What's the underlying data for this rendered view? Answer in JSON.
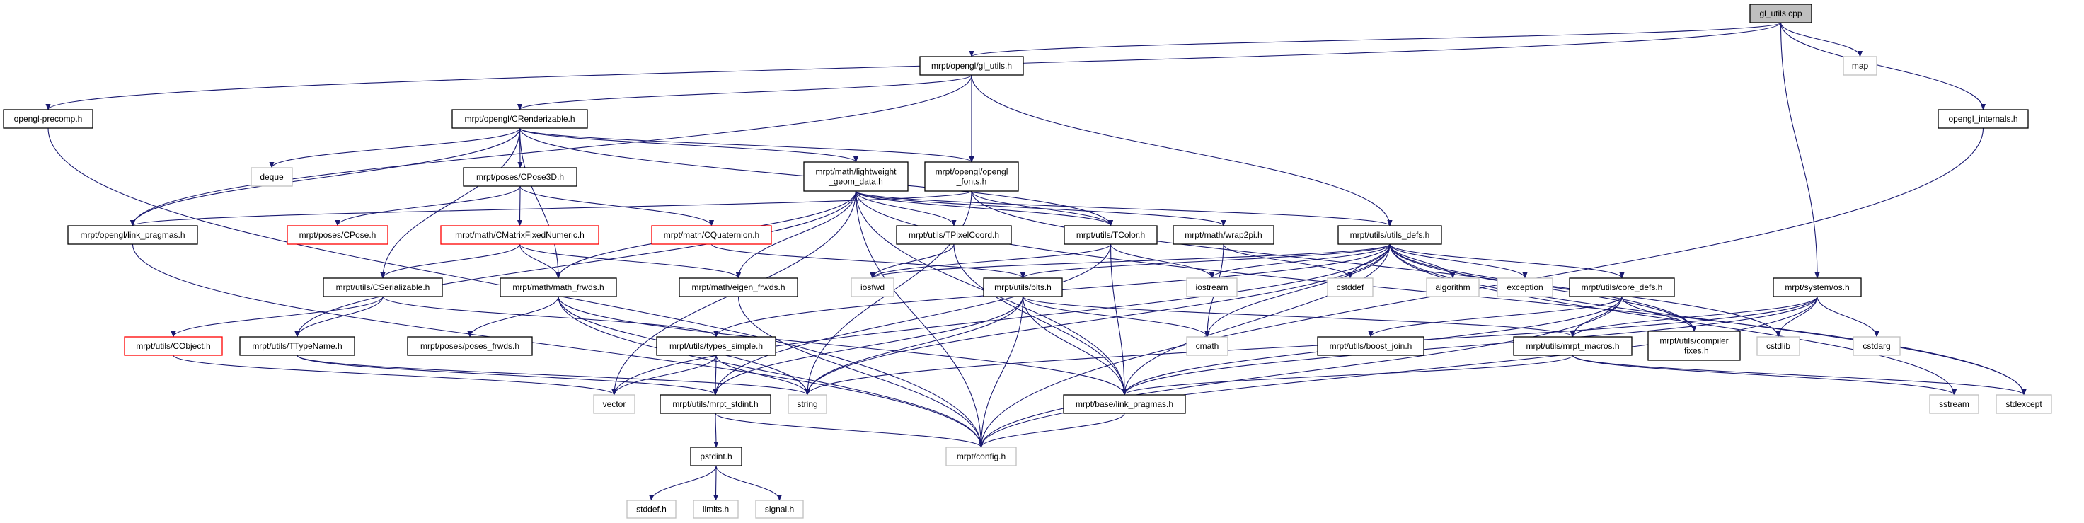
{
  "title": "gl_utils.cpp",
  "colors": {
    "edge": "#191970",
    "root_fill": "#bfbfbf",
    "normal_border": "#000000",
    "missing_border": "#ff0000",
    "system_border": "#bfbfbf"
  },
  "nodes": [
    {
      "id": "root",
      "label": [
        "gl_utils.cpp"
      ],
      "kind": "root"
    },
    {
      "id": "map",
      "label": [
        "map"
      ],
      "kind": "system"
    },
    {
      "id": "internals",
      "label": [
        "opengl_internals.h"
      ],
      "kind": "normal"
    },
    {
      "id": "gl_utils_h",
      "label": [
        "mrpt/opengl/gl_utils.h"
      ],
      "kind": "normal"
    },
    {
      "id": "precomp",
      "label": [
        "opengl-precomp.h"
      ],
      "kind": "normal"
    },
    {
      "id": "crend",
      "label": [
        "mrpt/opengl/CRenderizable.h"
      ],
      "kind": "normal"
    },
    {
      "id": "deque",
      "label": [
        "deque"
      ],
      "kind": "system"
    },
    {
      "id": "cpose3d",
      "label": [
        "mrpt/poses/CPose3D.h"
      ],
      "kind": "normal"
    },
    {
      "id": "lwgd",
      "label": [
        "mrpt/math/lightweight",
        "_geom_data.h"
      ],
      "kind": "normal"
    },
    {
      "id": "fonts",
      "label": [
        "mrpt/opengl/opengl",
        "_fonts.h"
      ],
      "kind": "normal"
    },
    {
      "id": "ogl_lp",
      "label": [
        "mrpt/opengl/link_pragmas.h"
      ],
      "kind": "normal"
    },
    {
      "id": "cpose",
      "label": [
        "mrpt/poses/CPose.h"
      ],
      "kind": "missing"
    },
    {
      "id": "cmfn",
      "label": [
        "mrpt/math/CMatrixFixedNumeric.h"
      ],
      "kind": "missing"
    },
    {
      "id": "cquat",
      "label": [
        "mrpt/math/CQuaternion.h"
      ],
      "kind": "missing"
    },
    {
      "id": "tpix",
      "label": [
        "mrpt/utils/TPixelCoord.h"
      ],
      "kind": "normal"
    },
    {
      "id": "tcolor",
      "label": [
        "mrpt/utils/TColor.h"
      ],
      "kind": "normal"
    },
    {
      "id": "wrap2pi",
      "label": [
        "mrpt/math/wrap2pi.h"
      ],
      "kind": "normal"
    },
    {
      "id": "utils_defs",
      "label": [
        "mrpt/utils/utils_defs.h"
      ],
      "kind": "normal"
    },
    {
      "id": "cser",
      "label": [
        "mrpt/utils/CSerializable.h"
      ],
      "kind": "normal"
    },
    {
      "id": "mathfr",
      "label": [
        "mrpt/math/math_frwds.h"
      ],
      "kind": "normal"
    },
    {
      "id": "eigen",
      "label": [
        "mrpt/math/eigen_frwds.h"
      ],
      "kind": "normal"
    },
    {
      "id": "iosfwd",
      "label": [
        "iosfwd"
      ],
      "kind": "system"
    },
    {
      "id": "bits",
      "label": [
        "mrpt/utils/bits.h"
      ],
      "kind": "normal"
    },
    {
      "id": "iostream",
      "label": [
        "iostream"
      ],
      "kind": "system"
    },
    {
      "id": "cstddef",
      "label": [
        "cstddef"
      ],
      "kind": "system"
    },
    {
      "id": "algorithm",
      "label": [
        "algorithm"
      ],
      "kind": "system"
    },
    {
      "id": "exception",
      "label": [
        "exception"
      ],
      "kind": "system"
    },
    {
      "id": "core_defs",
      "label": [
        "mrpt/utils/core_defs.h"
      ],
      "kind": "normal"
    },
    {
      "id": "os",
      "label": [
        "mrpt/system/os.h"
      ],
      "kind": "normal"
    },
    {
      "id": "cobject",
      "label": [
        "mrpt/utils/CObject.h"
      ],
      "kind": "missing"
    },
    {
      "id": "ttype",
      "label": [
        "mrpt/utils/TTypeName.h"
      ],
      "kind": "normal"
    },
    {
      "id": "posesfr",
      "label": [
        "mrpt/poses/poses_frwds.h"
      ],
      "kind": "normal"
    },
    {
      "id": "types_simple",
      "label": [
        "mrpt/utils/types_simple.h"
      ],
      "kind": "normal"
    },
    {
      "id": "cmath",
      "label": [
        "cmath"
      ],
      "kind": "system"
    },
    {
      "id": "boost",
      "label": [
        "mrpt/utils/boost_join.h"
      ],
      "kind": "normal"
    },
    {
      "id": "macros",
      "label": [
        "mrpt/utils/mrpt_macros.h"
      ],
      "kind": "normal"
    },
    {
      "id": "compfix",
      "label": [
        "mrpt/utils/compiler",
        "_fixes.h"
      ],
      "kind": "normal"
    },
    {
      "id": "cstdlib",
      "label": [
        "cstdlib"
      ],
      "kind": "system"
    },
    {
      "id": "cstdarg",
      "label": [
        "cstdarg"
      ],
      "kind": "system"
    },
    {
      "id": "vector",
      "label": [
        "vector"
      ],
      "kind": "system"
    },
    {
      "id": "stdint",
      "label": [
        "mrpt/utils/mrpt_stdint.h"
      ],
      "kind": "normal"
    },
    {
      "id": "string",
      "label": [
        "string"
      ],
      "kind": "system"
    },
    {
      "id": "baselp",
      "label": [
        "mrpt/base/link_pragmas.h"
      ],
      "kind": "normal"
    },
    {
      "id": "sstream",
      "label": [
        "sstream"
      ],
      "kind": "system"
    },
    {
      "id": "stdexcept",
      "label": [
        "stdexcept"
      ],
      "kind": "system"
    },
    {
      "id": "pstdint",
      "label": [
        "pstdint.h"
      ],
      "kind": "normal"
    },
    {
      "id": "config",
      "label": [
        "mrpt/config.h"
      ],
      "kind": "system"
    },
    {
      "id": "stddef",
      "label": [
        "stddef.h"
      ],
      "kind": "system"
    },
    {
      "id": "limits",
      "label": [
        "limits.h"
      ],
      "kind": "system"
    },
    {
      "id": "signal",
      "label": [
        "signal.h"
      ],
      "kind": "system"
    }
  ],
  "edges": [
    [
      "root",
      "gl_utils_h"
    ],
    [
      "root",
      "precomp"
    ],
    [
      "root",
      "map"
    ],
    [
      "root",
      "internals"
    ],
    [
      "root",
      "os"
    ],
    [
      "precomp",
      "config"
    ],
    [
      "internals",
      "config"
    ],
    [
      "gl_utils_h",
      "crend"
    ],
    [
      "gl_utils_h",
      "ogl_lp"
    ],
    [
      "gl_utils_h",
      "fonts"
    ],
    [
      "gl_utils_h",
      "utils_defs"
    ],
    [
      "crend",
      "ogl_lp"
    ],
    [
      "crend",
      "cser"
    ],
    [
      "crend",
      "deque"
    ],
    [
      "crend",
      "cpose3d"
    ],
    [
      "crend",
      "lwgd"
    ],
    [
      "crend",
      "fonts"
    ],
    [
      "crend",
      "tcolor"
    ],
    [
      "crend",
      "mathfr"
    ],
    [
      "cpose3d",
      "cpose"
    ],
    [
      "cpose3d",
      "cmfn"
    ],
    [
      "cpose3d",
      "cquat"
    ],
    [
      "ogl_lp",
      "config"
    ],
    [
      "cmfn",
      "cser"
    ],
    [
      "cmfn",
      "mathfr"
    ],
    [
      "cmfn",
      "eigen"
    ],
    [
      "cquat",
      "bits"
    ],
    [
      "lwgd",
      "ttype"
    ],
    [
      "lwgd",
      "mathfr"
    ],
    [
      "lwgd",
      "eigen"
    ],
    [
      "lwgd",
      "vector"
    ],
    [
      "lwgd",
      "tpix"
    ],
    [
      "lwgd",
      "baselp"
    ],
    [
      "lwgd",
      "tcolor"
    ],
    [
      "lwgd",
      "wrap2pi"
    ],
    [
      "lwgd",
      "utils_defs"
    ],
    [
      "lwgd",
      "config"
    ],
    [
      "lwgd",
      "stdexcept"
    ],
    [
      "fonts",
      "tcolor"
    ],
    [
      "fonts",
      "string"
    ],
    [
      "fonts",
      "compfix"
    ],
    [
      "fonts",
      "ogl_lp"
    ],
    [
      "tpix",
      "iosfwd"
    ],
    [
      "tpix",
      "baselp"
    ],
    [
      "tcolor",
      "iosfwd"
    ],
    [
      "tcolor",
      "iostream"
    ],
    [
      "tcolor",
      "baselp"
    ],
    [
      "tcolor",
      "stdint"
    ],
    [
      "wrap2pi",
      "cmath"
    ],
    [
      "wrap2pi",
      "cstddef"
    ],
    [
      "utils_defs",
      "baselp"
    ],
    [
      "utils_defs",
      "bits"
    ],
    [
      "utils_defs",
      "cstddef"
    ],
    [
      "utils_defs",
      "iostream"
    ],
    [
      "utils_defs",
      "algorithm"
    ],
    [
      "utils_defs",
      "exception"
    ],
    [
      "utils_defs",
      "core_defs"
    ],
    [
      "utils_defs",
      "cstdlib"
    ],
    [
      "utils_defs",
      "cmath"
    ],
    [
      "utils_defs",
      "stdexcept"
    ],
    [
      "utils_defs",
      "sstream"
    ],
    [
      "utils_defs",
      "types_simple"
    ],
    [
      "utils_defs",
      "vector"
    ],
    [
      "utils_defs",
      "string"
    ],
    [
      "utils_defs",
      "iosfwd"
    ],
    [
      "utils_defs",
      "compfix"
    ],
    [
      "cser",
      "cobject"
    ],
    [
      "cser",
      "ttype"
    ],
    [
      "cser",
      "types_simple"
    ],
    [
      "mathfr",
      "posesfr"
    ],
    [
      "mathfr",
      "config"
    ],
    [
      "mathfr",
      "string"
    ],
    [
      "mathfr",
      "baselp"
    ],
    [
      "eigen",
      "config"
    ],
    [
      "bits",
      "stdint"
    ],
    [
      "bits",
      "string"
    ],
    [
      "bits",
      "config"
    ],
    [
      "bits",
      "baselp"
    ],
    [
      "bits",
      "cmath"
    ],
    [
      "bits",
      "macros"
    ],
    [
      "core_defs",
      "config"
    ],
    [
      "core_defs",
      "boost"
    ],
    [
      "core_defs",
      "macros"
    ],
    [
      "core_defs",
      "compfix"
    ],
    [
      "core_defs",
      "baselp"
    ],
    [
      "os",
      "cstdlib"
    ],
    [
      "os",
      "cstdarg"
    ],
    [
      "os",
      "macros"
    ],
    [
      "os",
      "baselp"
    ],
    [
      "os",
      "config"
    ],
    [
      "os",
      "string"
    ],
    [
      "macros",
      "baselp"
    ],
    [
      "macros",
      "sstream"
    ],
    [
      "macros",
      "stdexcept"
    ],
    [
      "types_simple",
      "vector"
    ],
    [
      "types_simple",
      "string"
    ],
    [
      "types_simple",
      "stdint"
    ],
    [
      "cobject",
      "vector"
    ],
    [
      "ttype",
      "string"
    ],
    [
      "ttype",
      "stdint"
    ],
    [
      "stdint",
      "pstdint"
    ],
    [
      "stdint",
      "config"
    ],
    [
      "baselp",
      "config"
    ],
    [
      "pstdint",
      "stddef"
    ],
    [
      "pstdint",
      "limits"
    ],
    [
      "pstdint",
      "signal"
    ]
  ]
}
